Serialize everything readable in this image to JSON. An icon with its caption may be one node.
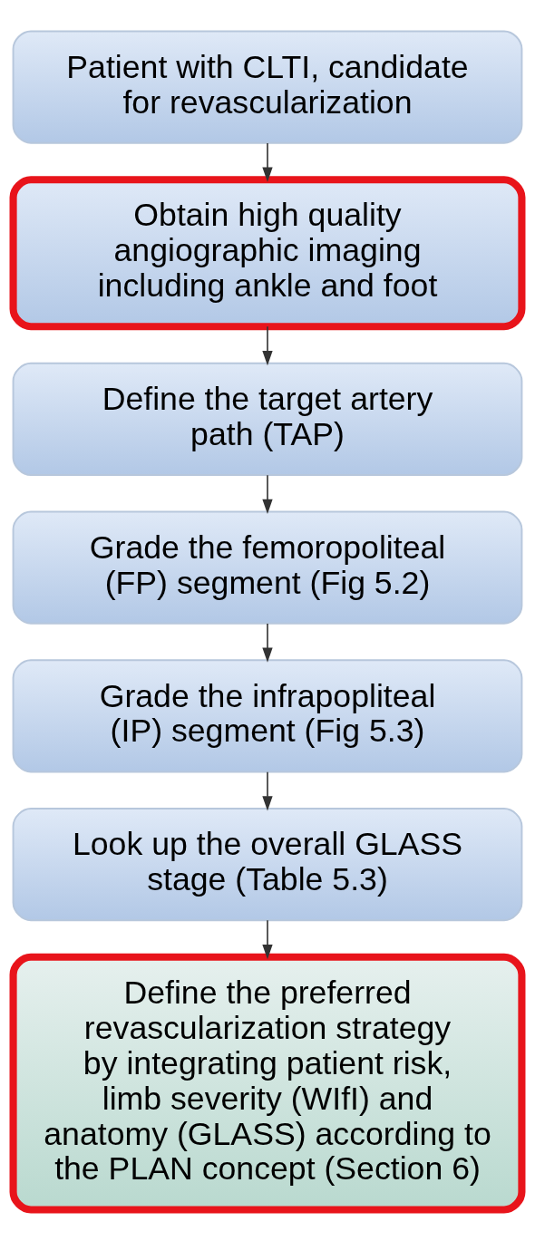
{
  "diagram": {
    "nodes": [
      {
        "text": [
          "Patient with CLTI, candidate for revascularization"
        ]
      },
      {
        "text": [
          "Obtain high quality angiographic imaging including ankle and foot"
        ]
      },
      {
        "text": [
          "Define the target artery path (TAP)"
        ]
      },
      {
        "text": [
          "Grade the femoropoliteal (FP) segment (Fig 5.2)"
        ]
      },
      {
        "text": [
          "Grade the infrapopliteal (IP) segment (Fig 5.3)"
        ]
      },
      {
        "text": [
          "Look up the overall GLASS stage (Table 5.3)"
        ]
      },
      {
        "text": [
          "Define the preferred revascularization strategy by integrating patient risk, limb severity (WIfI) and anatomy (GLASS) according to the PLAN concept (Section 6)"
        ]
      }
    ],
    "edges": [
      {
        "from": 0,
        "to": 1,
        "arrow": "to"
      },
      {
        "from": 1,
        "to": 2,
        "arrow": "to"
      },
      {
        "from": 2,
        "to": 3,
        "arrow": "to"
      },
      {
        "from": 3,
        "to": 4,
        "arrow": "to"
      },
      {
        "from": 4,
        "to": 5,
        "arrow": "to"
      },
      {
        "from": 5,
        "to": 6,
        "arrow": "to"
      }
    ]
  }
}
